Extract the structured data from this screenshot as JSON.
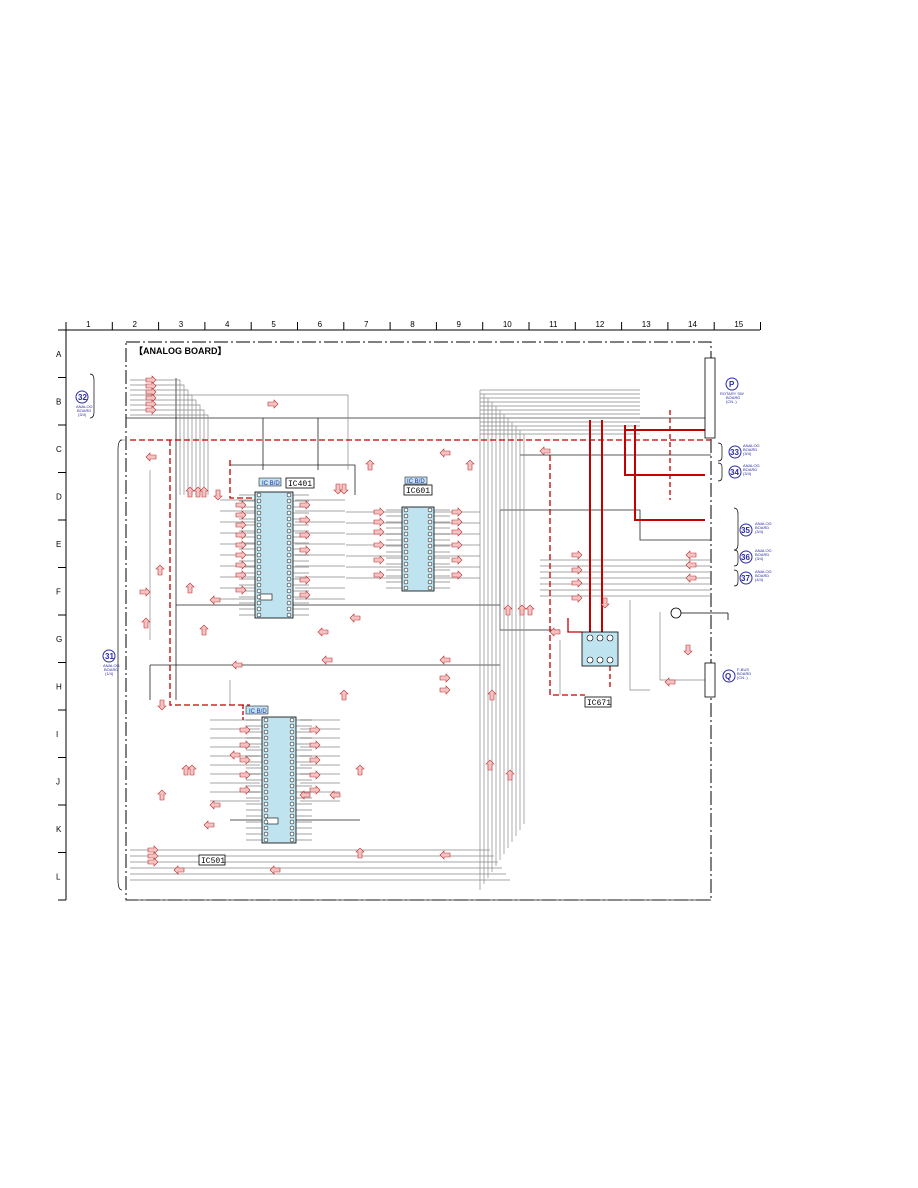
{
  "diagram": {
    "title": "【ANALOG BOARD】",
    "columns": [
      "1",
      "2",
      "3",
      "4",
      "5",
      "6",
      "7",
      "8",
      "9",
      "10",
      "11",
      "12",
      "13",
      "14",
      "15"
    ],
    "rows": [
      "A",
      "B",
      "C",
      "D",
      "E",
      "F",
      "G",
      "H",
      "I",
      "J",
      "K",
      "L"
    ],
    "ics": {
      "ic401": {
        "label": "IC401",
        "tag": "IC B/D"
      },
      "ic601": {
        "label": "IC601",
        "tag": "IC B/D"
      },
      "ic501": {
        "label": "IC501",
        "tag": "IC B/D"
      },
      "ic671": {
        "label": "IC671"
      }
    },
    "connectors": {
      "c32": {
        "num": "32",
        "line1": "ANALOG",
        "line2": "BOARD",
        "line3": "(3/4)"
      },
      "c31": {
        "num": "31",
        "line1": "ANALOG",
        "line2": "BOARD",
        "line3": "(1/4)"
      },
      "p": {
        "num": "P",
        "line1": "ROTARY SW",
        "line2": "BOARD",
        "line3": "(CN..)"
      },
      "c33": {
        "num": "33",
        "line1": "ANALOG",
        "line2": "BOARD",
        "line3": "(3/4)"
      },
      "c34": {
        "num": "34",
        "line1": "ANALOG",
        "line2": "BOARD",
        "line3": "(3/4)"
      },
      "c35": {
        "num": "35",
        "line1": "ANALOG",
        "line2": "BOARD",
        "line3": "(3/4)"
      },
      "c36": {
        "num": "36",
        "line1": "ANALOG",
        "line2": "BOARD",
        "line3": "(3/4)"
      },
      "c37": {
        "num": "37",
        "line1": "ANALOG",
        "line2": "BOARD",
        "line3": "(4/4)"
      },
      "q": {
        "num": "Q",
        "line1": "F-BUS",
        "line2": "BOARD",
        "line3": "(CN..)"
      }
    }
  }
}
